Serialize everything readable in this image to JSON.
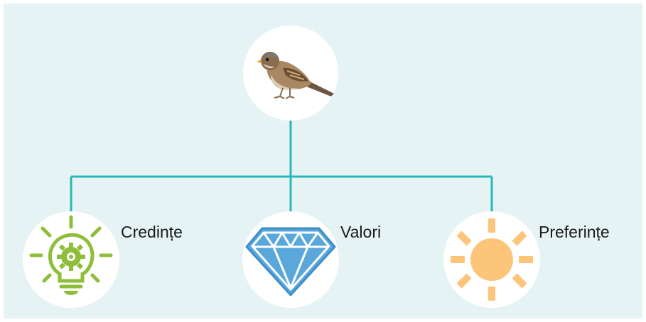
{
  "root": {
    "icon": "sparrow-bird-image"
  },
  "children": [
    {
      "label": "Credințe",
      "icon": "lightbulb-gear-icon",
      "color": "#8fbe3a"
    },
    {
      "label": "Valori",
      "icon": "diamond-icon",
      "color": "#5aa7dc"
    },
    {
      "label": "Preferințe",
      "icon": "sun-icon",
      "color": "#fcc57a"
    }
  ],
  "colors": {
    "background": "#e6f3f5",
    "connector": "#2ab7b7",
    "circle": "#ffffff"
  }
}
